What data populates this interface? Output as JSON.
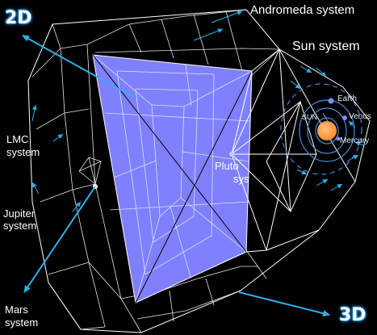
{
  "badges": {
    "two_d": "2D",
    "three_d": "3D"
  },
  "labels": {
    "andromeda": "Andromeda system",
    "sun_system": "Sun system",
    "lmc_line1": "LMC",
    "lmc_line2": "system",
    "jupiter_line1": "Jupiter",
    "jupiter_line2": "system",
    "mars_line1": "Mars",
    "mars_line2": "system",
    "pluto_line1": "Pluto",
    "pluto_line2": "sys",
    "earth": "Earth",
    "venus": "Venus",
    "mercury": "Mercury",
    "sun": "SUN"
  },
  "colors": {
    "background": "#000000",
    "wireframe": "#ffffff",
    "plane_fill": "#8080ff",
    "arrow": "#30b0e8",
    "orbit": "#4a8ad8",
    "sun": "#ff9a40",
    "planet": "#7f8cff"
  }
}
